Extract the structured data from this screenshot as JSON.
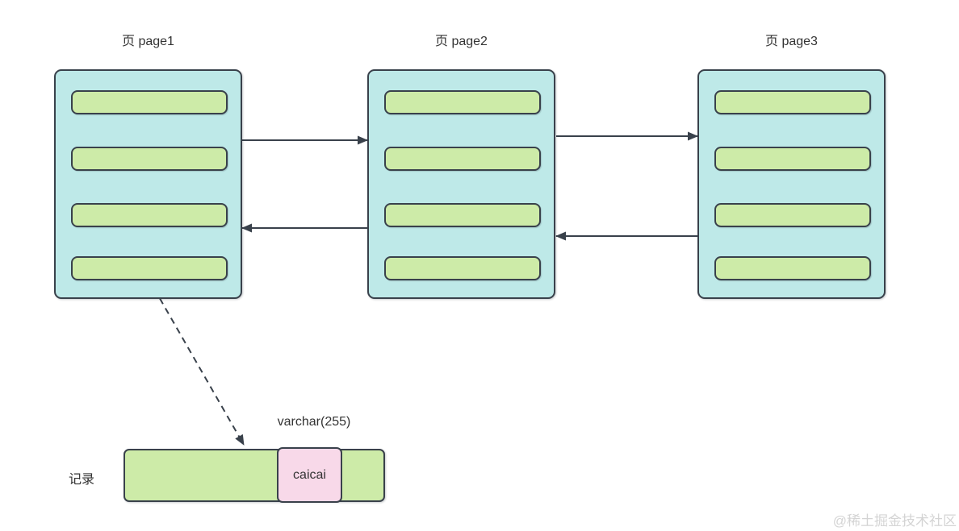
{
  "pages": [
    {
      "id": "page1",
      "title": "页 page1",
      "record_slots": 4
    },
    {
      "id": "page2",
      "title": "页 page2",
      "record_slots": 4
    },
    {
      "id": "page3",
      "title": "页 page3",
      "record_slots": 4
    }
  ],
  "links": [
    {
      "from": "page1",
      "to": "page2",
      "style": "solid-arrow"
    },
    {
      "from": "page2",
      "to": "page1",
      "style": "solid-arrow"
    },
    {
      "from": "page2",
      "to": "page3",
      "style": "solid-arrow"
    },
    {
      "from": "page3",
      "to": "page2",
      "style": "solid-arrow"
    },
    {
      "from": "page1-last-record",
      "to": "overflow-record",
      "style": "dashed-arrow"
    }
  ],
  "record_row": {
    "label": "记录",
    "type_label": "varchar(255)",
    "overflow_value": "caicai"
  },
  "watermark": {
    "text": "@稀土掘金技术社区"
  },
  "colors": {
    "page_fill": "#bee9e8",
    "record_fill": "#cdeba8",
    "overflow_fill": "#f8d9e9",
    "border": "#39414b",
    "watermark": "#d4d4d4"
  }
}
